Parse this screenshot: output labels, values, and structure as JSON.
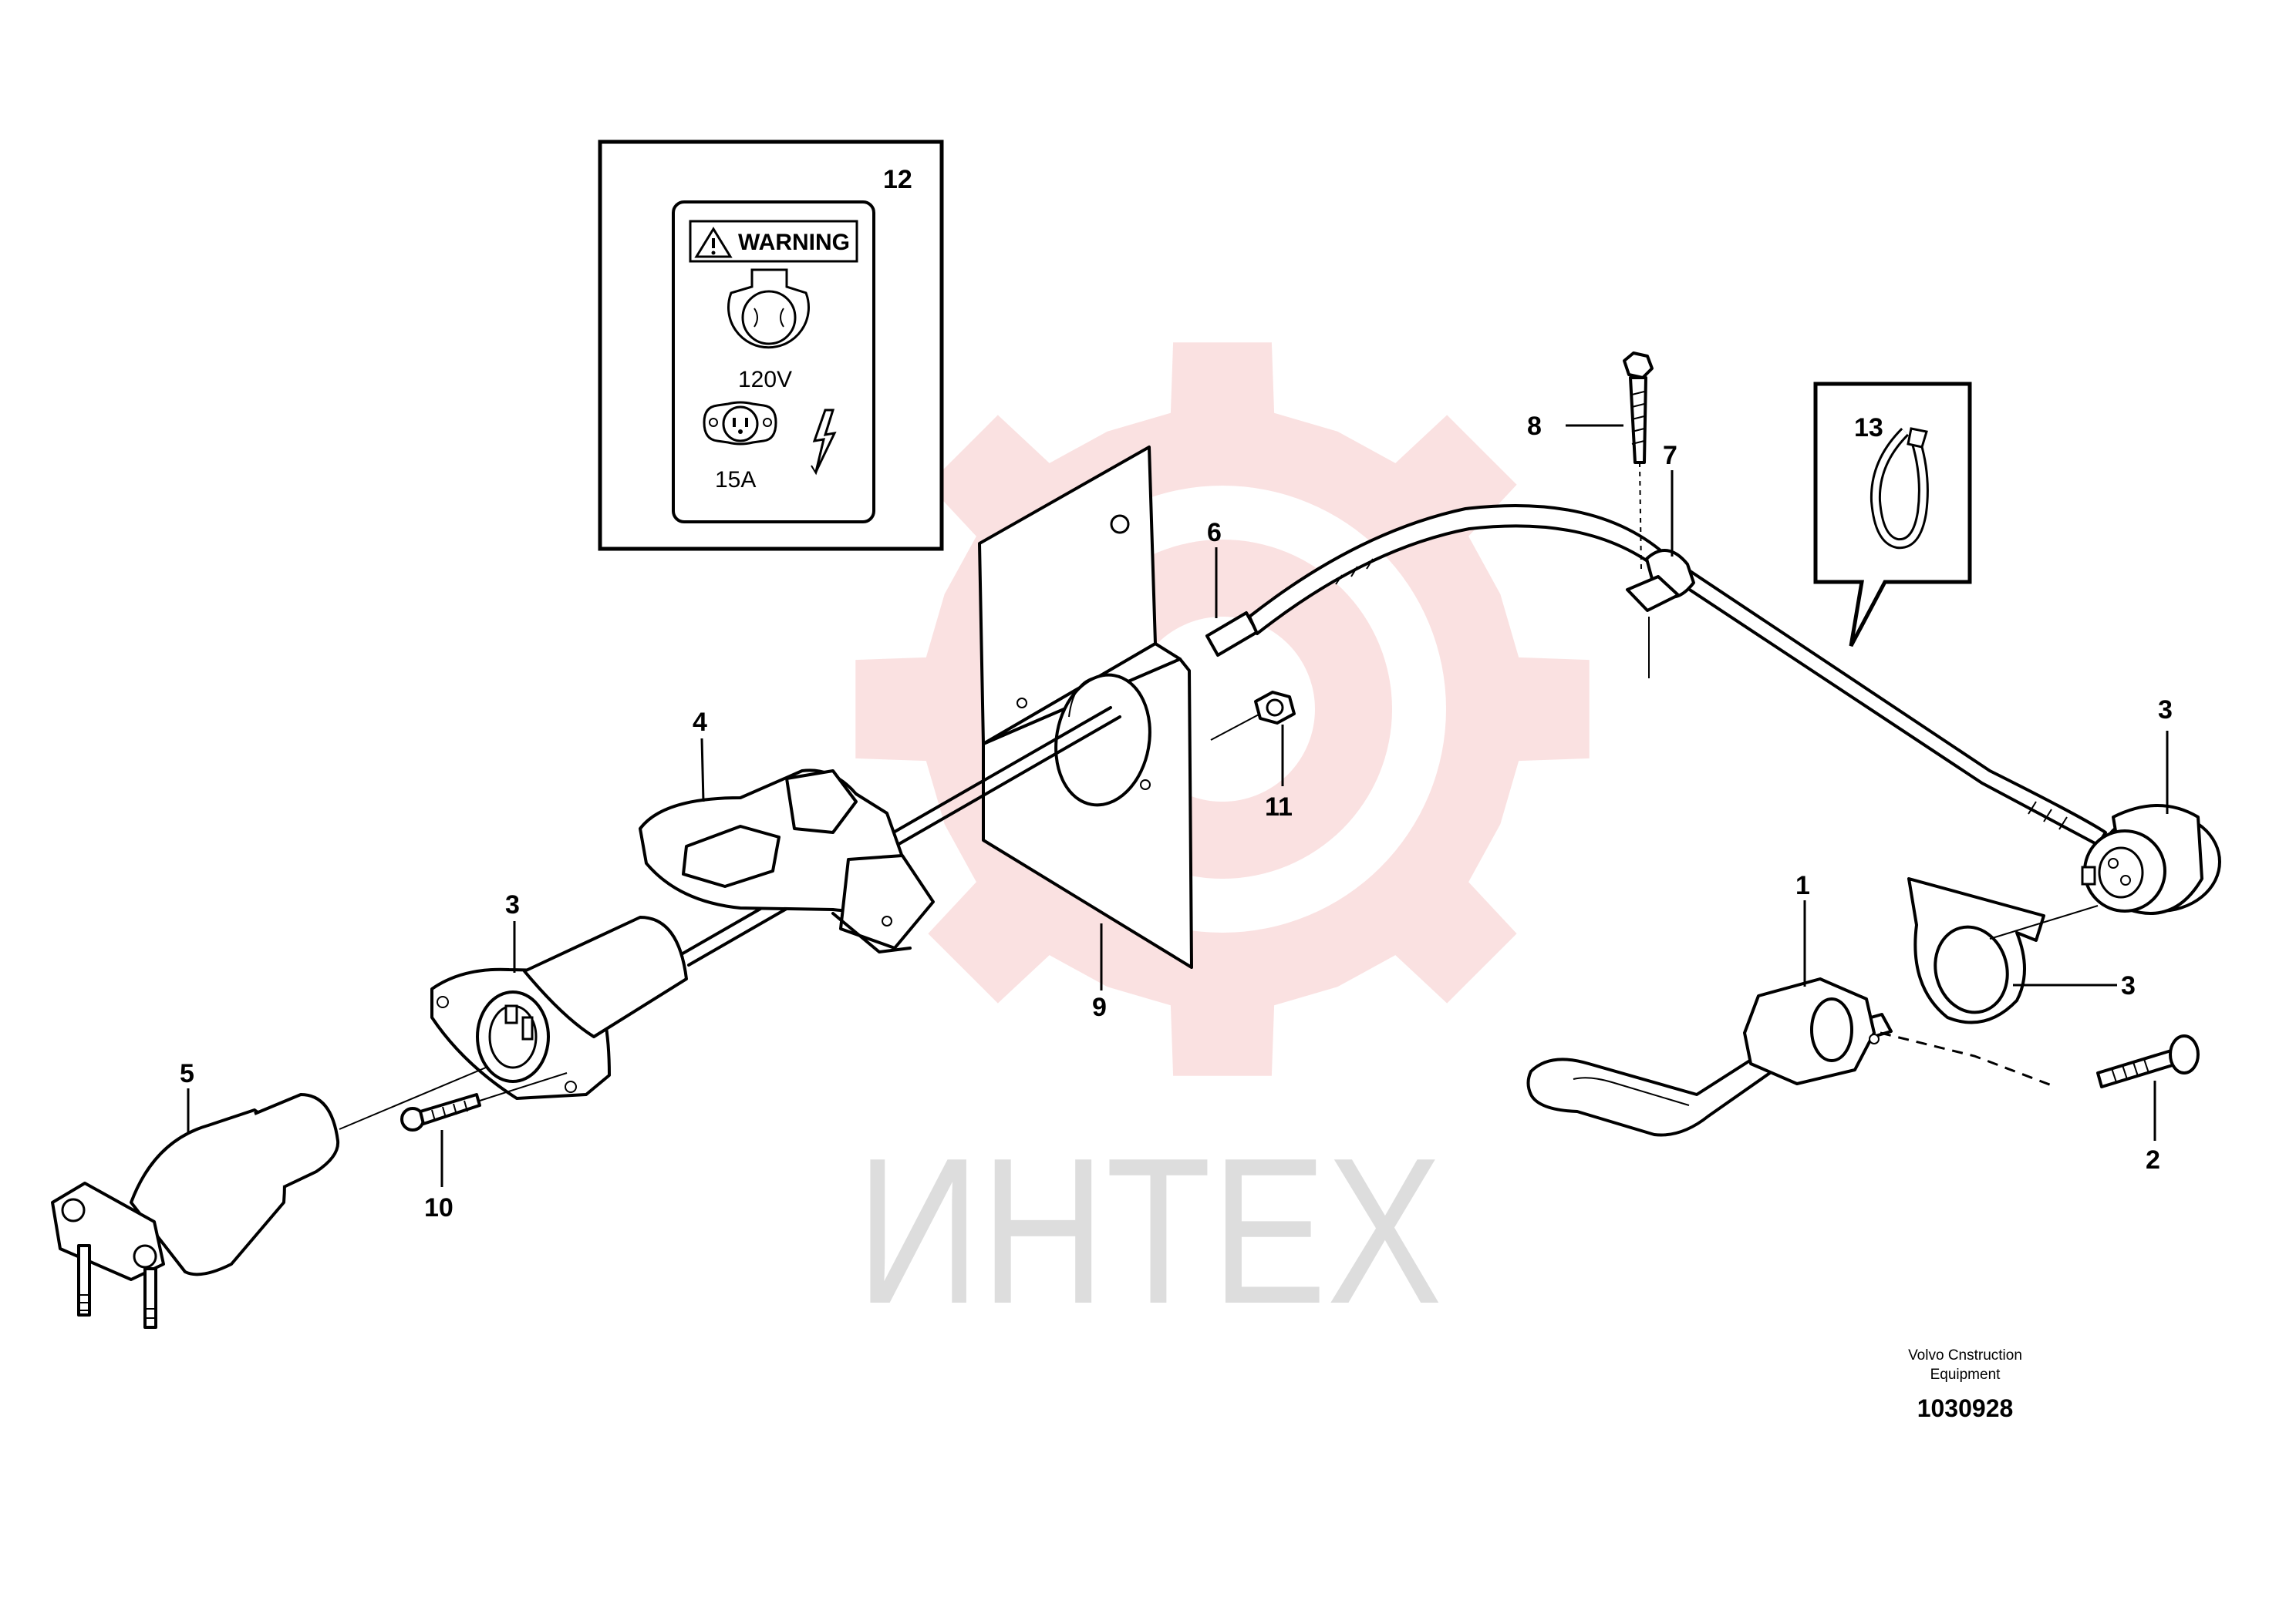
{
  "callouts": [
    {
      "id": "c1",
      "label": "1"
    },
    {
      "id": "c2",
      "label": "2"
    },
    {
      "id": "c3a",
      "label": "3"
    },
    {
      "id": "c3b",
      "label": "3"
    },
    {
      "id": "c3c",
      "label": "3"
    },
    {
      "id": "c4",
      "label": "4"
    },
    {
      "id": "c5",
      "label": "5"
    },
    {
      "id": "c6",
      "label": "6"
    },
    {
      "id": "c7",
      "label": "7"
    },
    {
      "id": "c8",
      "label": "8"
    },
    {
      "id": "c9",
      "label": "9"
    },
    {
      "id": "c10",
      "label": "10"
    },
    {
      "id": "c11",
      "label": "11"
    },
    {
      "id": "c12",
      "label": "12"
    },
    {
      "id": "c13",
      "label": "13"
    }
  ],
  "warning_label": {
    "heading": "WARNING",
    "voltage": "120V",
    "amperage": "15A"
  },
  "watermark": {
    "text": "ИНТЕХ",
    "gear_color": "#f6c8c8"
  },
  "footer": {
    "company_line1": "Volvo Cnstruction",
    "company_line2": "Equipment",
    "drawing_number": "1030928"
  }
}
